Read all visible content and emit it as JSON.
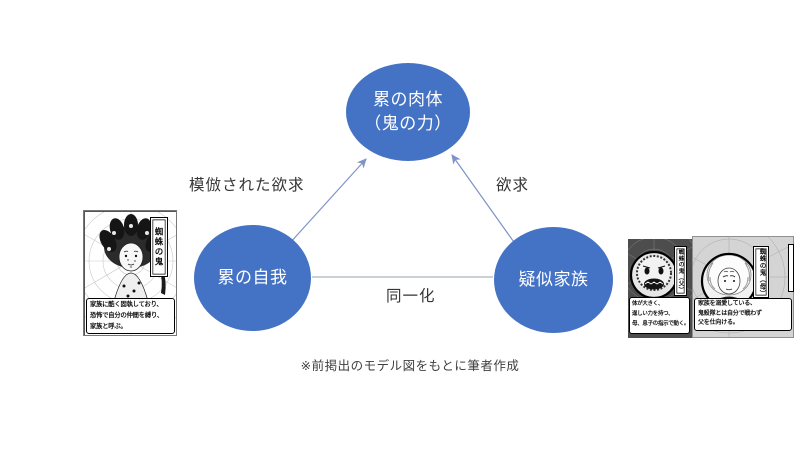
{
  "diagram": {
    "nodes": {
      "body": {
        "line1": "累の肉体",
        "line2": "（鬼の力）"
      },
      "ego": {
        "label": "累の自我"
      },
      "family": {
        "label": "疑似家族"
      }
    },
    "edges": {
      "left": "模倣された欲求",
      "right": "欲求",
      "bottom": "同一化"
    },
    "caption": "※前掲出のモデル図をもとに筆者作成",
    "colors": {
      "node_fill": "#4472C4",
      "node_text": "#FFFFFF",
      "arrow": "#7E93C6",
      "bottom_line": "#AEB5BF"
    }
  },
  "left_card": {
    "title": "蜘蛛の鬼",
    "description": [
      "家族に酷く固執しており、",
      "恐怖で自分の仲間を縛り、",
      "家族と呼ぶ。"
    ]
  },
  "right_cards": {
    "father": {
      "title": "蜘蛛の鬼（父）",
      "description": [
        "体が大きく、",
        "逞しい力を持つ、",
        "母、息子の指示で動く。"
      ]
    },
    "mother": {
      "title": "蜘蛛の鬼（母）",
      "description": [
        "家族を溺愛している、",
        "鬼殺隊とは自分で戦わず",
        "父を仕向ける。"
      ]
    }
  }
}
